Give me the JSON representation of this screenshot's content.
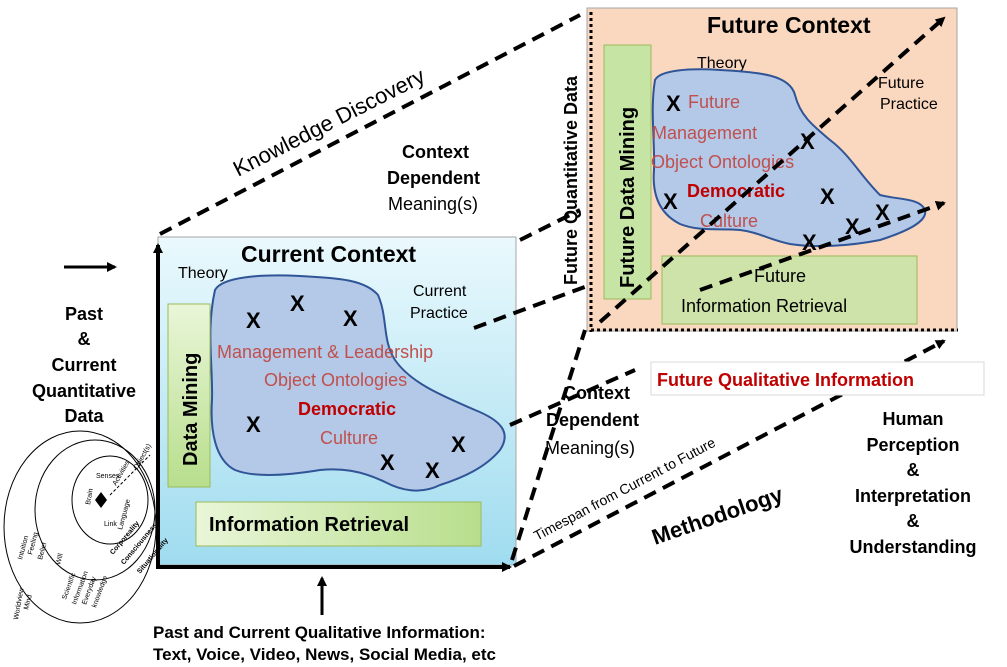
{
  "left": {
    "lines": [
      "Past",
      "&",
      "Current",
      "Quantitative",
      "Data"
    ]
  },
  "current_context": {
    "title": "Current Context",
    "theory": "Theory",
    "practice_lines": [
      "Current",
      "Practice"
    ],
    "side_label": "Data Mining",
    "blob_lines": [
      "Management & Leadership",
      "Object Ontologies"
    ],
    "blob_emph_lines": [
      "Democratic"
    ],
    "blob_tail": "Culture",
    "bottom_label": "Information Retrieval",
    "x_mark": "X"
  },
  "future_context": {
    "title": "Future Context",
    "theory": "Theory",
    "practice_lines": [
      "Future",
      "Practice"
    ],
    "side_label": "Future Data Mining",
    "blob_lines": [
      "Future",
      "Management",
      "Object Ontologies"
    ],
    "blob_emph": "Democratic",
    "blob_tail": "Culture",
    "bottom_lines": [
      "Future",
      "Information Retrieval"
    ],
    "x_mark": "X"
  },
  "labels": {
    "knowledge_discovery": "Knowledge Discovery",
    "context_meaning_top": [
      "Context",
      "Dependent",
      "Meaning(s)"
    ],
    "context_meaning_mid": [
      "Context",
      "Dependent",
      "Meaning(s)"
    ],
    "future_quant": "Future Quantitative Data",
    "future_qual": "Future Qualitative Information",
    "timespan": "Timespan from Current to Future",
    "methodology": "Methodology",
    "human_lines": [
      "Human",
      "Perception",
      "&",
      "Interpretation",
      "&",
      "Understanding"
    ],
    "bottom_lines": [
      "Past and Current Qualitative Information:",
      "Text, Voice, Video, News, Social Media, etc"
    ]
  },
  "small_diagram": {
    "words": [
      "Object(s)",
      "Activities",
      "Corporeality",
      "Consciousness",
      "Situationality",
      "Intuition",
      "Feeling",
      "Belief",
      "Mind",
      "Will",
      "Scientific",
      "Information",
      "Everyday",
      "knowledge",
      "Worldview",
      "Language",
      "Senses",
      "Brain",
      "Link"
    ]
  },
  "colors": {
    "current_box_top": "#e8f8fc",
    "current_box_bottom": "#a6e1f1",
    "future_box": "#fad7bf",
    "blob_fill": "#b4c8e8",
    "blob_stroke": "#2f5597",
    "label_box_fill": "#c6e5a4",
    "emph_red": "#c00000",
    "text_red": "#c0504d"
  }
}
